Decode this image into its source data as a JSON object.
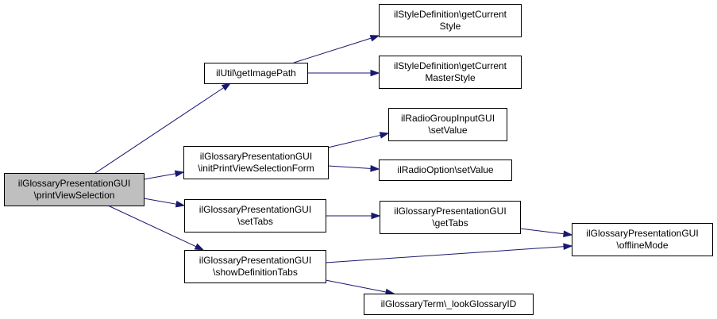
{
  "graph": {
    "nodes": [
      {
        "id": "root",
        "lines": [
          "ilGlossaryPresentationGUI",
          "\\printViewSelection"
        ],
        "root": true
      },
      {
        "id": "getImagePath",
        "lines": [
          "ilUtil\\getImagePath"
        ]
      },
      {
        "id": "getCurrentStyle",
        "lines": [
          "ilStyleDefinition\\getCurrent",
          "Style"
        ]
      },
      {
        "id": "getCurrentMasterStyle",
        "lines": [
          "ilStyleDefinition\\getCurrent",
          "MasterStyle"
        ]
      },
      {
        "id": "initPrintViewSelectionForm",
        "lines": [
          "ilGlossaryPresentationGUI",
          "\\initPrintViewSelectionForm"
        ]
      },
      {
        "id": "radioGroupSetValue",
        "lines": [
          "ilRadioGroupInputGUI",
          "\\setValue"
        ]
      },
      {
        "id": "radioOptionSetValue",
        "lines": [
          "ilRadioOption\\setValue"
        ]
      },
      {
        "id": "setTabs",
        "lines": [
          "ilGlossaryPresentationGUI",
          "\\setTabs"
        ]
      },
      {
        "id": "getTabs",
        "lines": [
          "ilGlossaryPresentationGUI",
          "\\getTabs"
        ]
      },
      {
        "id": "offlineMode",
        "lines": [
          "ilGlossaryPresentationGUI",
          "\\offlineMode"
        ]
      },
      {
        "id": "showDefinitionTabs",
        "lines": [
          "ilGlossaryPresentationGUI",
          "\\showDefinitionTabs"
        ]
      },
      {
        "id": "lookGlossaryID",
        "lines": [
          "ilGlossaryTerm\\_lookGlossaryID"
        ]
      }
    ],
    "edges": [
      {
        "from": "root",
        "to": "getImagePath"
      },
      {
        "from": "root",
        "to": "initPrintViewSelectionForm"
      },
      {
        "from": "root",
        "to": "setTabs"
      },
      {
        "from": "root",
        "to": "showDefinitionTabs"
      },
      {
        "from": "getImagePath",
        "to": "getCurrentStyle"
      },
      {
        "from": "getImagePath",
        "to": "getCurrentMasterStyle"
      },
      {
        "from": "initPrintViewSelectionForm",
        "to": "radioGroupSetValue"
      },
      {
        "from": "initPrintViewSelectionForm",
        "to": "radioOptionSetValue"
      },
      {
        "from": "setTabs",
        "to": "getTabs"
      },
      {
        "from": "getTabs",
        "to": "offlineMode"
      },
      {
        "from": "showDefinitionTabs",
        "to": "offlineMode"
      },
      {
        "from": "showDefinitionTabs",
        "to": "lookGlossaryID"
      }
    ]
  }
}
